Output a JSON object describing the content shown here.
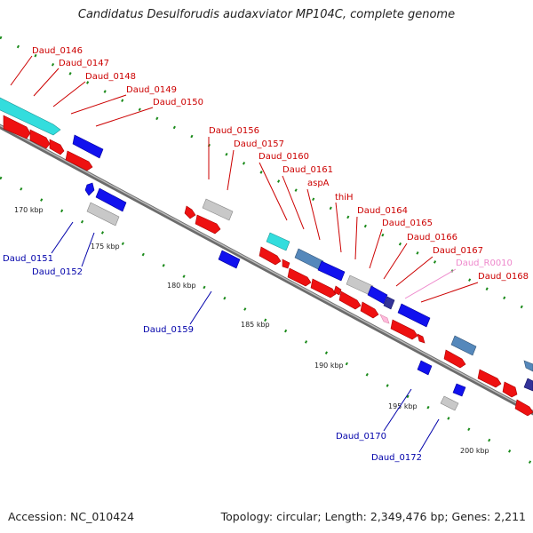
{
  "title": "Candidatus Desulforudis audaxviator MP104C, complete genome",
  "accession": "Accession: NC_010424",
  "summary": "Topology: circular; Length: 2,349,476 bp; Genes: 2,211",
  "colors": {
    "red_label": "#cc0000",
    "blue_label": "#0000aa",
    "pink_label": "#ee88cc",
    "backbone": "#888888",
    "tick_dots": "#1a8a1a",
    "cds_forward": "#ee1111",
    "cds_reverse": "#1111ee",
    "cyan": "#33dddd",
    "grey": "#c8c8c8",
    "steelblue": "#5588bb",
    "navy": "#333399",
    "pink": "#ffbbdd"
  },
  "scale_labels": [
    "170 kbp",
    "175 kbp",
    "180 kbp",
    "185 kbp",
    "190 kbp",
    "195 kbp",
    "200 kbp"
  ],
  "genes_top": [
    {
      "label": "Daud_0146",
      "color": "#cc0000"
    },
    {
      "label": "Daud_0147",
      "color": "#cc0000"
    },
    {
      "label": "Daud_0148",
      "color": "#cc0000"
    },
    {
      "label": "Daud_0149",
      "color": "#cc0000"
    },
    {
      "label": "Daud_0150",
      "color": "#cc0000"
    },
    {
      "label": "Daud_0156",
      "color": "#cc0000"
    },
    {
      "label": "Daud_0157",
      "color": "#cc0000"
    },
    {
      "label": "Daud_0160",
      "color": "#cc0000"
    },
    {
      "label": "Daud_0161",
      "color": "#cc0000"
    },
    {
      "label": "aspA",
      "color": "#cc0000"
    },
    {
      "label": "thiH",
      "color": "#cc0000"
    },
    {
      "label": "Daud_0164",
      "color": "#cc0000"
    },
    {
      "label": "Daud_0165",
      "color": "#cc0000"
    },
    {
      "label": "Daud_0166",
      "color": "#cc0000"
    },
    {
      "label": "Daud_0167",
      "color": "#cc0000"
    },
    {
      "label": "Daud_R0010",
      "color": "#ee88cc"
    },
    {
      "label": "Daud_0168",
      "color": "#cc0000"
    }
  ],
  "genes_bottom": [
    {
      "label": "Daud_0151",
      "color": "#0000aa"
    },
    {
      "label": "Daud_0152",
      "color": "#0000aa"
    },
    {
      "label": "Daud_0159",
      "color": "#0000aa"
    },
    {
      "label": "Daud_0170",
      "color": "#0000aa"
    },
    {
      "label": "Daud_0172",
      "color": "#0000aa"
    }
  ]
}
